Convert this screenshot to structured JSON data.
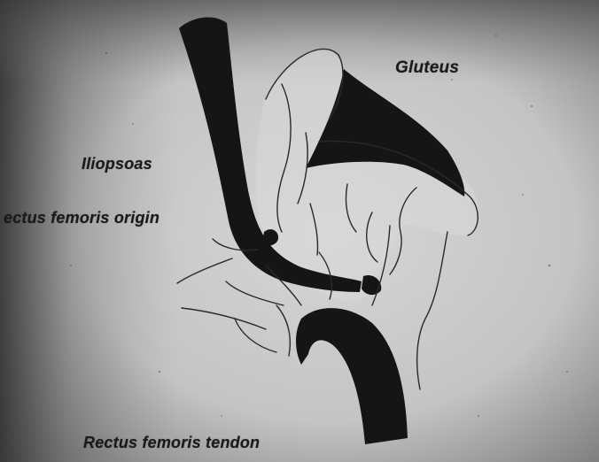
{
  "labels": {
    "gluteus": "Gluteus",
    "iliopsoas": "Iliopsoas",
    "rectus_femoris_origin": "ectus femoris origin",
    "rectus_femoris_tendon": "Rectus femoris tendon"
  },
  "colors": {
    "paper": "#c9c9c9",
    "shadow": "#3a3a3a",
    "ink": "#151515",
    "line": "#2a2a2a",
    "tissue": "#e6e6e6"
  }
}
